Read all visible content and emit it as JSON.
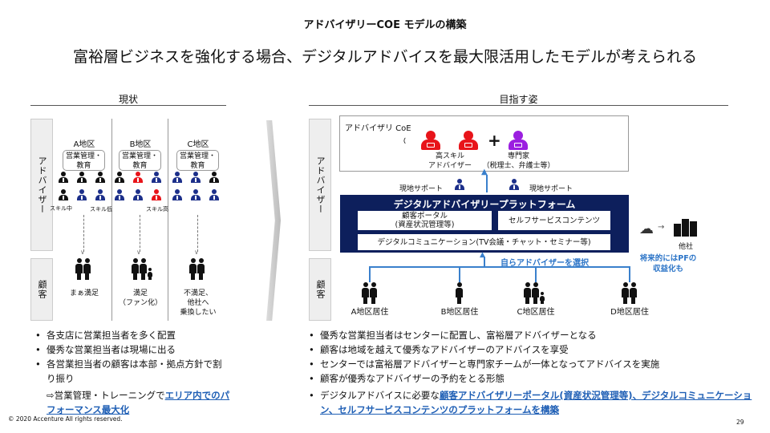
{
  "title": "アドバイザリーCOE モデルの構築",
  "subtitle": "富裕層ビジネスを強化する場合、デジタルアドバイスを最大限活用したモデルが考えられる",
  "left": {
    "header": "現状",
    "row_advisor": "アドバイザー",
    "row_customer": "顧客",
    "regions": [
      {
        "name": "A地区",
        "mgmt": "営業管理・教育",
        "rows": [
          [
            "k",
            "k",
            "k"
          ],
          [
            "k",
            "n",
            "n"
          ]
        ],
        "customer": "まぁ満足"
      },
      {
        "name": "B地区",
        "mgmt": "営業管理・教育",
        "rows": [
          [
            "k",
            "r",
            "n"
          ],
          [
            "n",
            "n",
            "r"
          ]
        ],
        "customer": "満足\n（ファン化）"
      },
      {
        "name": "C地区",
        "mgmt": "営業管理・教育",
        "rows": [
          [
            "n",
            "n",
            "k"
          ],
          [
            "n",
            "n",
            "n"
          ]
        ],
        "customer": "不満足、\n他社へ\n乗換したい"
      }
    ],
    "skill_mid": "スキル中",
    "skill_low": "スキル低",
    "skill_high": "スキル高",
    "bullets": [
      "各支店に営業担当者を多く配置",
      "優秀な営業担当者は現場に出る",
      "各営業担当者の顧客は本部・拠点方針で割り振り"
    ],
    "conclusion_prefix": "⇨営業管理・トレーニングで",
    "conclusion_highlight": "エリア内でのパフォーマンス最大化"
  },
  "right": {
    "header": "目指す姿",
    "row_advisor": "アドバイザー",
    "row_customer": "顧客",
    "coe_title": "アドバイザリ CoE",
    "high_skill": "高スキル\nアドバイザー",
    "plus": "+",
    "expert": "専門家\n（税理士、弁護士等）",
    "local_support_left": "現地サポート",
    "local_support_right": "現地サポート",
    "platform_title": "デジタルアドバイザリープラットフォーム",
    "portal": "顧客ポータル\n(資産状況管理等)",
    "self_service": "セルフサービスコンテンツ",
    "digital_comm": "デジタルコミュニケーション(TV会議・チャット・セミナー等)",
    "other_company": "他社",
    "monetize": "将来的にはPFの\n収益化も",
    "select": "自らアドバイザーを選択",
    "customers": [
      "A地区居住",
      "B地区居住",
      "C地区居住",
      "D地区居住"
    ],
    "bullets": [
      "優秀な営業担当者はセンターに配置し、富裕層アドバイザーとなる",
      "顧客は地域を越えて優秀なアドバイザーのアドバイスを享受",
      "センターでは富裕層アドバイザーと専門家チームが一体となってアドバイスを実施",
      "顧客が優秀なアドバイザーの予約をとる形態"
    ],
    "last_prefix": "デジタルアドバイスに必要な",
    "last_highlight": "顧客アドバイザリーポータル(資産状況管理等)、デジタルコミュニケーション、セルフサービスコンテンツのプラットフォームを構築"
  },
  "colors": {
    "k": "#111111",
    "n": "#1c2f8a",
    "r": "#e8141a",
    "purple": "#9b1fe0",
    "navy": "#0d1f5c",
    "blue": "#2b74c7"
  },
  "footer": {
    "copyright": "© 2020 Accenture  All rights reserved.",
    "page": "29"
  }
}
